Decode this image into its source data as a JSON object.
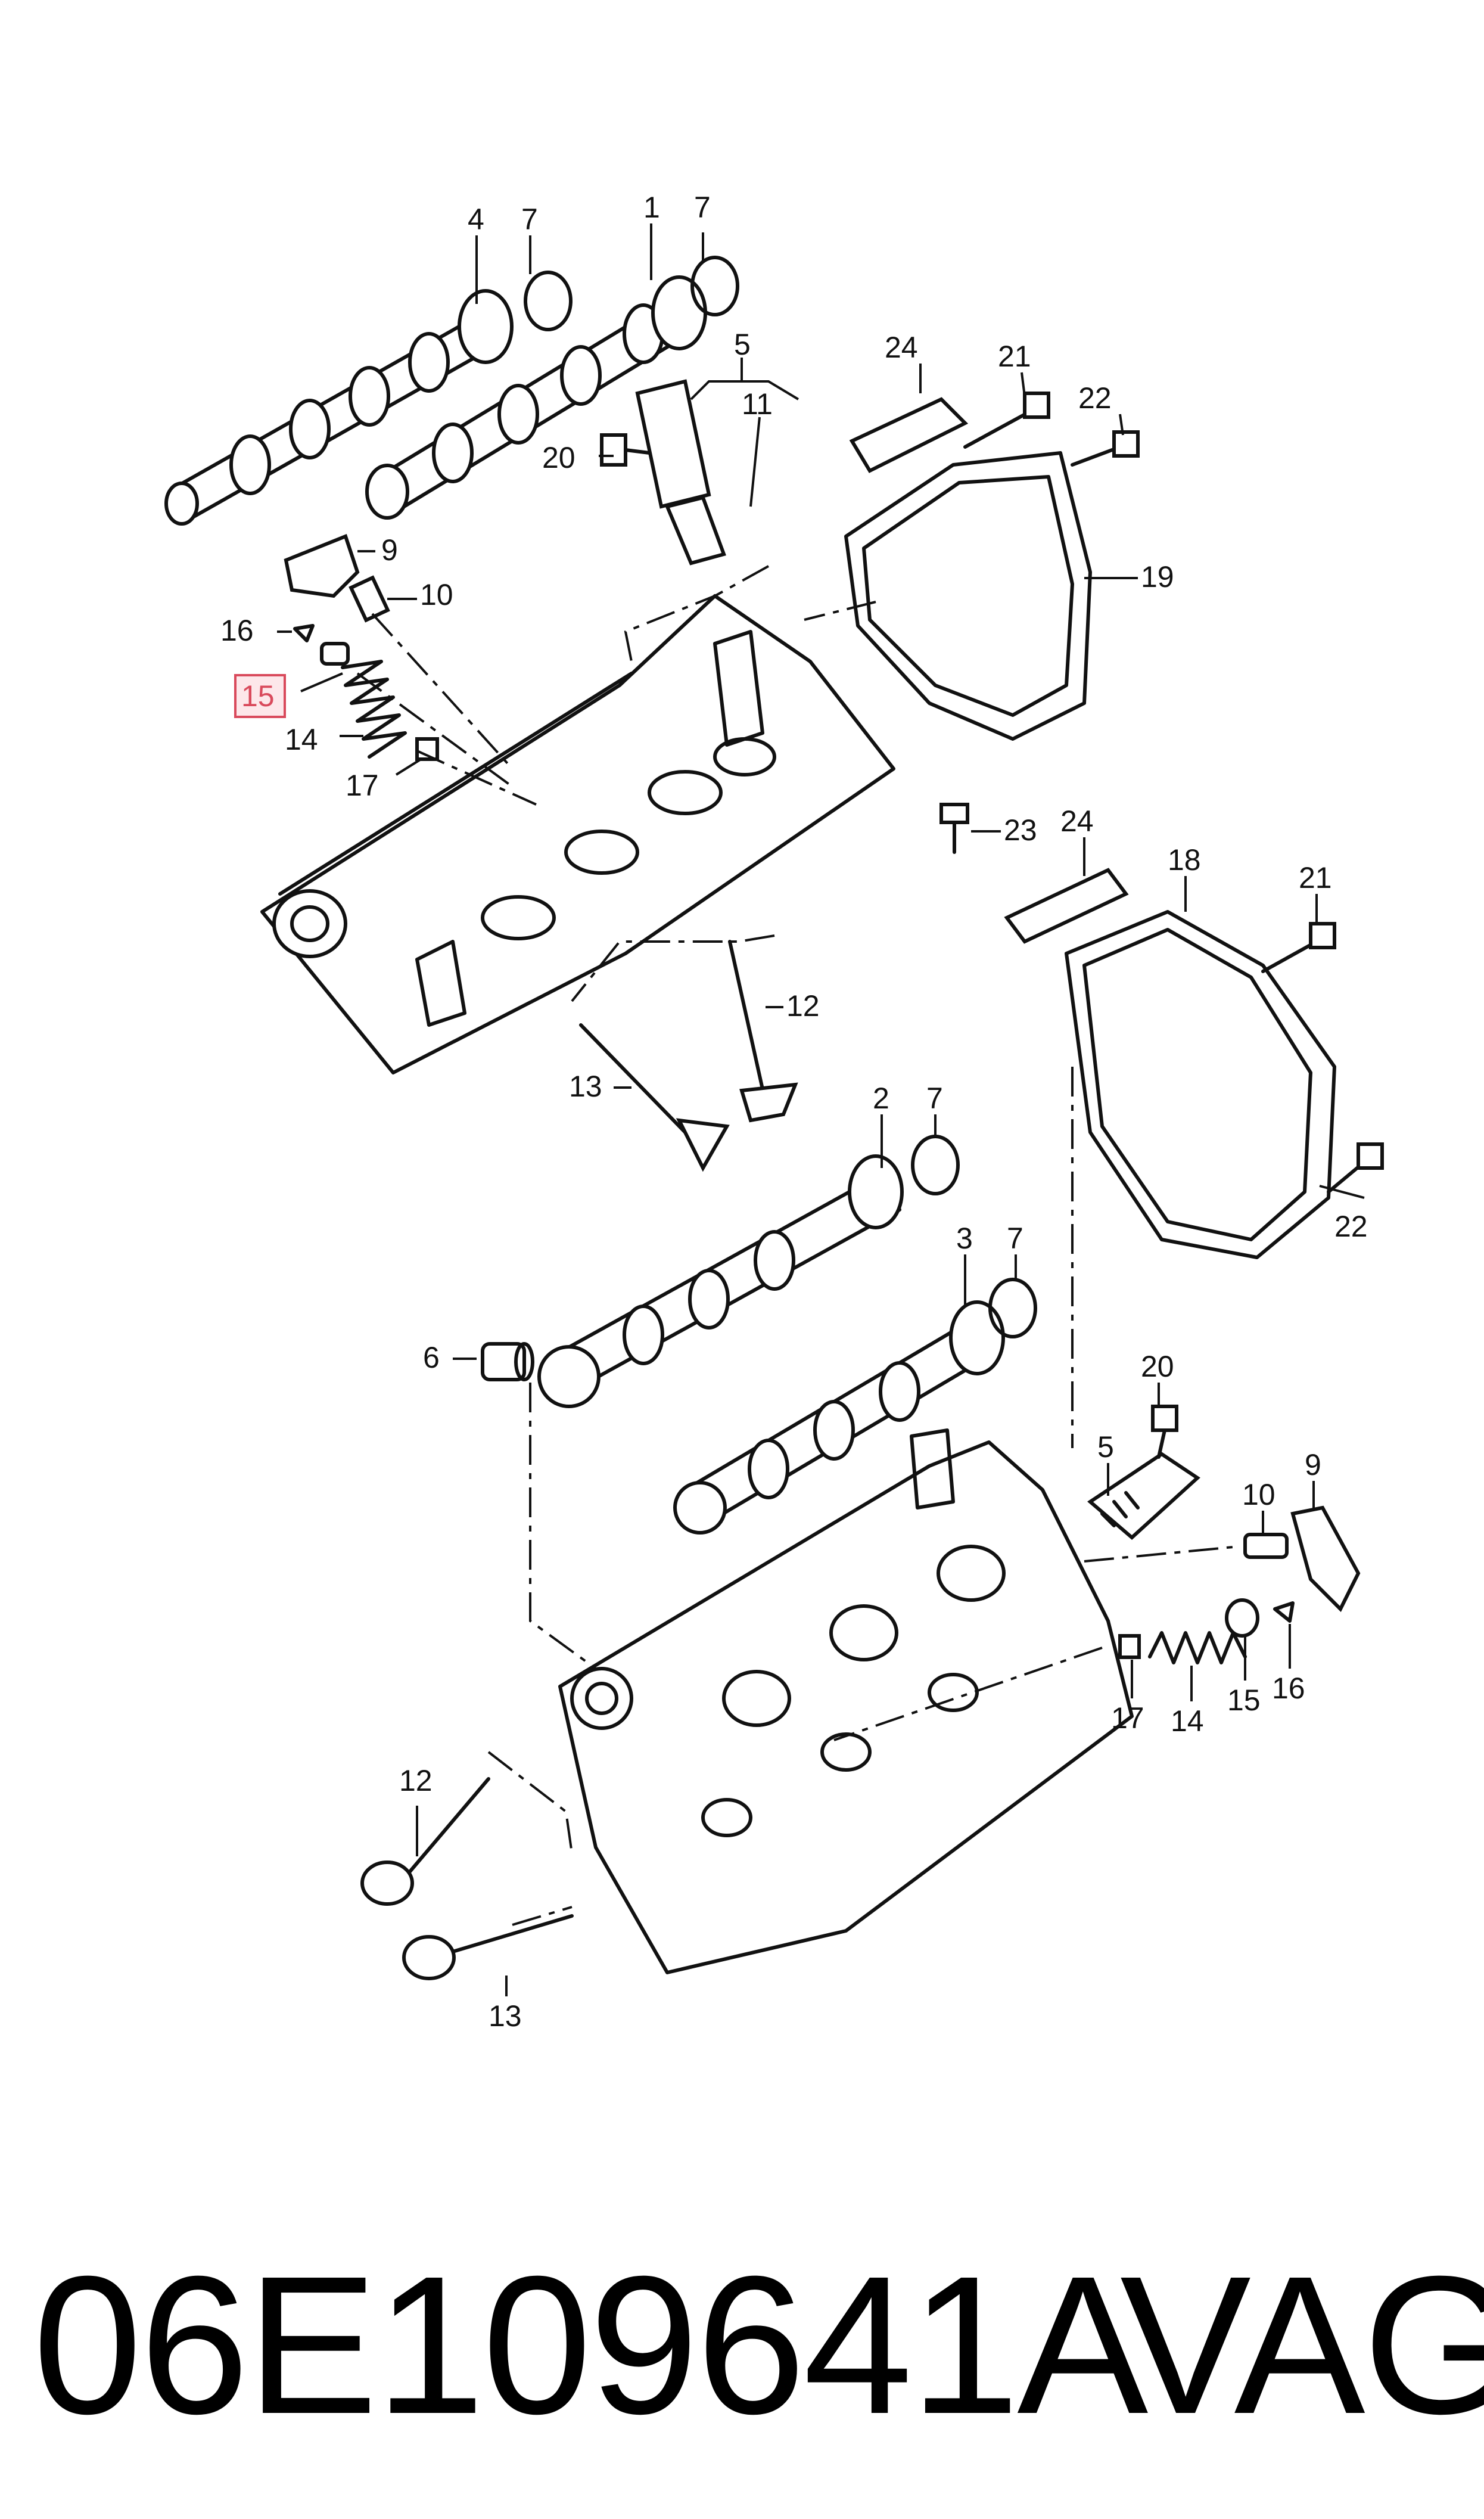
{
  "diagram": {
    "callouts": {
      "c1": "1",
      "c2": "2",
      "c3": "3",
      "c4": "4",
      "c5a": "5",
      "c5b": "5",
      "c6": "6",
      "c7a": "7",
      "c7b": "7",
      "c7c": "7",
      "c7d": "7",
      "c9a": "9",
      "c9b": "9",
      "c10a": "10",
      "c10b": "10",
      "c11": "11",
      "c12a": "12",
      "c12b": "12",
      "c13a": "13",
      "c13b": "13",
      "c14a": "14",
      "c14b": "14",
      "c15a": "15",
      "c15b": "15",
      "c16a": "16",
      "c16b": "16",
      "c17a": "17",
      "c17b": "17",
      "c18": "18",
      "c19": "19",
      "c20a": "20",
      "c20b": "20",
      "c21a": "21",
      "c21b": "21",
      "c22a": "22",
      "c22b": "22",
      "c23": "23",
      "c24a": "24",
      "c24b": "24"
    },
    "highlighted_callout": "15",
    "highlight_color": "#d94a5c"
  },
  "footer": {
    "part_number": "06E109641A",
    "brand": "VAG"
  }
}
